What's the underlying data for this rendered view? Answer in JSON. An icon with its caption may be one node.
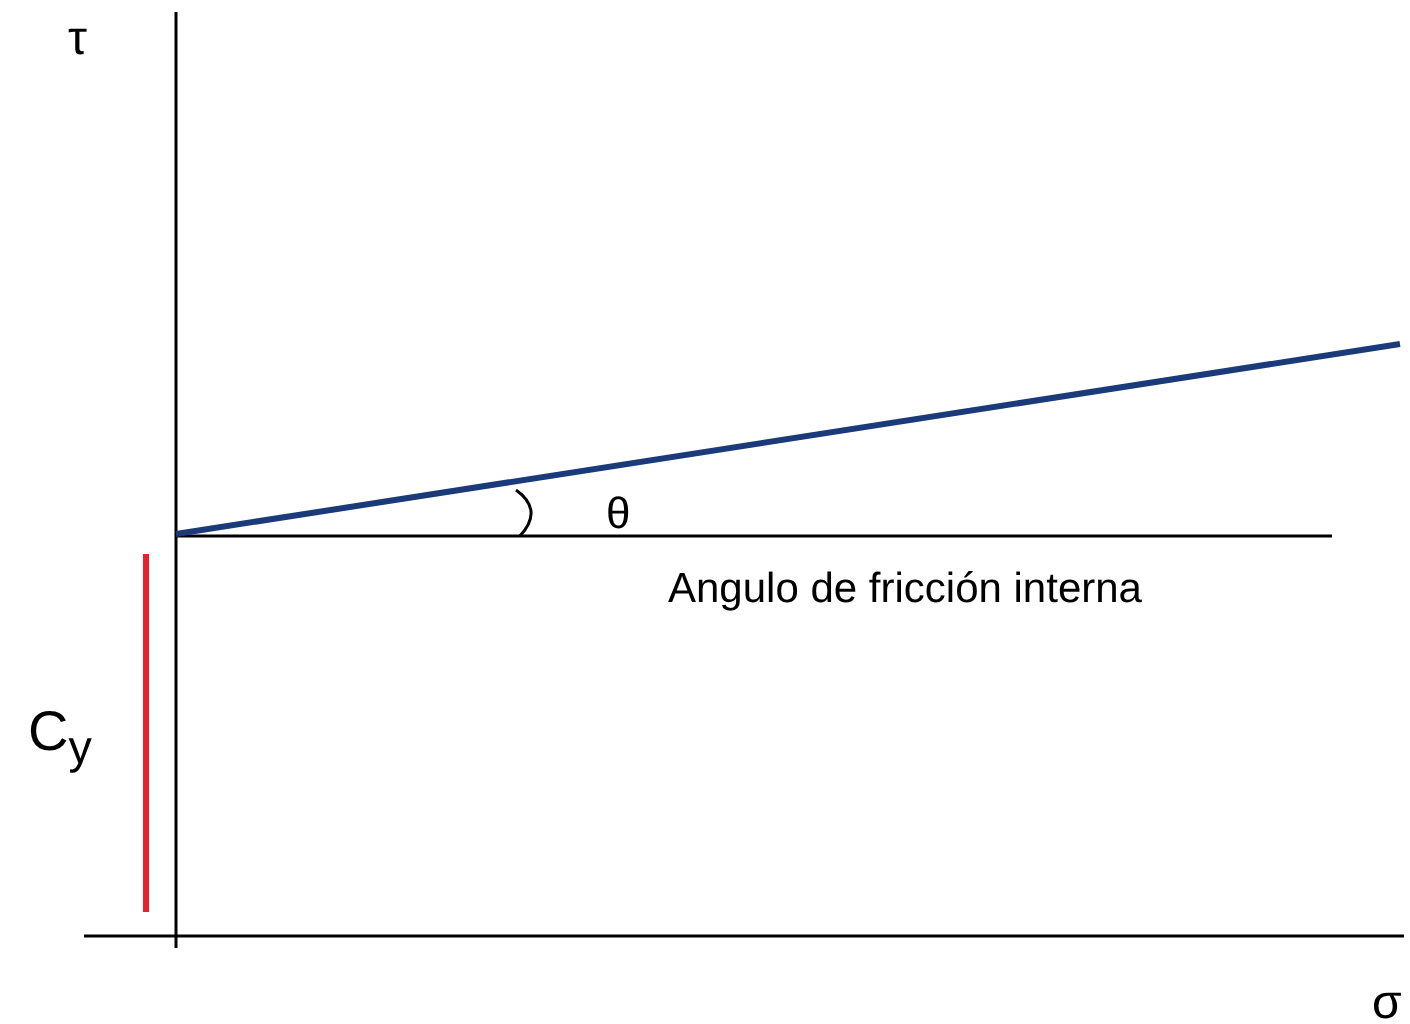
{
  "diagram": {
    "labels": [
      "τ",
      "θ",
      "Angulo de fricción interna",
      "C$_{y}$",
      "σ"
    ]
  }
}
